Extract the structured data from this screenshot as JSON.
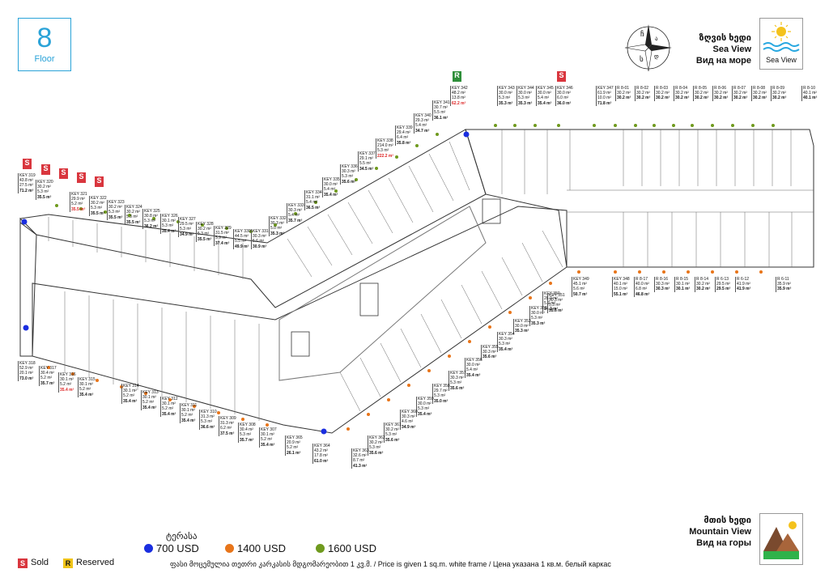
{
  "floor": {
    "number": "8",
    "label": "Floor"
  },
  "sea_view": {
    "title_ka": "ზღვის ხედი",
    "title_en": "Sea View",
    "title_ru": "Вид на море",
    "box_label": "Sea View"
  },
  "mountain_view": {
    "title_ka": "მთის ხედი",
    "title_en": "Mountain View",
    "title_ru": "Вид на горы"
  },
  "compass": {
    "letters": [
      "ჩ",
      "ა",
      "ს",
      "დ"
    ]
  },
  "legend": {
    "terrace_label": "ტერასა",
    "items": [
      {
        "label": "700 USD",
        "color": "#1a2ee0"
      },
      {
        "label": "1400 USD",
        "color": "#e8751a"
      },
      {
        "label": "1600 USD",
        "color": "#6f9a1e"
      }
    ],
    "sold": {
      "badge": "S",
      "label": "Sold",
      "color": "#d9363e"
    },
    "reserved": {
      "badge": "R",
      "label": "Reserved",
      "color": "#f0c419"
    }
  },
  "footnote": "ფასი მოცემულია თეთრი კარკასის მდგომარეობით 1 კვ.მ. / Price is given 1 sq.m. white frame / Цена указана 1 кв.м. белый каркас",
  "units_top": [
    {
      "key": "KEY 342",
      "lines": [
        "48.2 m²",
        "13.8 m²"
      ],
      "price": "62.2 m²",
      "sold": true
    },
    {
      "key": "KEY 343",
      "lines": [
        "30.0 m²",
        "5.3 m²"
      ],
      "price": "35.3 m²"
    },
    {
      "key": "KEY 344",
      "lines": [
        "30.0 m²",
        "5.3 m²"
      ],
      "price": "35.3 m²"
    },
    {
      "key": "KEY 345",
      "lines": [
        "30.0 m²",
        "5.4 m²"
      ],
      "price": "35.4 m²"
    },
    {
      "key": "KEY 346",
      "lines": [
        "30.0 m²",
        "6.0 m²"
      ],
      "price": "36.0 m²"
    },
    {
      "key": "KEY 347",
      "lines": [
        "61.9 m²",
        "10.0 m²"
      ],
      "price": "71.8 m²"
    },
    {
      "key": "R 8-01",
      "lines": [
        "30.2 m²"
      ],
      "price": "30.2 m²"
    },
    {
      "key": "R 8-02",
      "lines": [
        "30.2 m²"
      ],
      "price": "30.2 m²"
    },
    {
      "key": "R 8-03",
      "lines": [
        "30.2 m²"
      ],
      "price": "30.2 m²"
    },
    {
      "key": "R 8-04",
      "lines": [
        "30.2 m²"
      ],
      "price": "30.2 m²"
    },
    {
      "key": "R 8-05",
      "lines": [
        "30.2 m²"
      ],
      "price": "30.2 m²"
    },
    {
      "key": "R 8-06",
      "lines": [
        "30.2 m²"
      ],
      "price": "30.2 m²"
    },
    {
      "key": "R 8-07",
      "lines": [
        "30.2 m²"
      ],
      "price": "30.2 m²"
    },
    {
      "key": "R 8-08",
      "lines": [
        "30.2 m²"
      ],
      "price": "30.2 m²"
    },
    {
      "key": "R 8-09",
      "lines": [
        "30.2 m²"
      ],
      "price": "30.2 m²"
    },
    {
      "key": "R 8-10",
      "lines": [
        "40.1 m²"
      ],
      "price": "40.1 m²"
    }
  ],
  "units_diag_top": [
    {
      "key": "KEY 341",
      "lines": [
        "30.7 m²",
        "5.5 m²"
      ],
      "price": "36.1 m²"
    },
    {
      "key": "KEY 340",
      "lines": [
        "29.3 m²",
        "5.4 m²"
      ],
      "price": "34.7 m²"
    },
    {
      "key": "KEY 339",
      "lines": [
        "29.4 m²",
        "6.4 m²"
      ],
      "price": "35.8 m²"
    },
    {
      "key": "KEY 338",
      "lines": [
        "214.0 m²",
        "5.3 m²"
      ],
      "price": "222.2 m²",
      "sold": true
    },
    {
      "key": "KEY 337",
      "lines": [
        "29.1 m²",
        "5.5 m²"
      ],
      "price": "34.5 m²"
    },
    {
      "key": "KEY 336",
      "lines": [
        "30.3 m²",
        "5.3 m²"
      ],
      "price": "35.6 m²"
    },
    {
      "key": "KEY 335",
      "lines": [
        "30.0 m²",
        "5.4 m²"
      ],
      "price": "35.4 m²"
    },
    {
      "key": "KEY 334",
      "lines": [
        "31.1 m²",
        "5.4 m²"
      ],
      "price": "36.5 m²"
    },
    {
      "key": "KEY 333",
      "lines": [
        "30.3 m²",
        "5.4 m²"
      ],
      "price": "35.7 m²"
    },
    {
      "key": "KEY 332",
      "lines": [
        "30.3 m²",
        "5.0 m²"
      ],
      "price": "35.3 m²"
    },
    {
      "key": "KEY 331",
      "lines": [
        "30.3 m²",
        "5.6 m²"
      ],
      "price": "30.9 m²"
    },
    {
      "key": "KEY 330",
      "lines": [
        "44.5 m²",
        "5.5 m²"
      ],
      "price": "49.9 m²"
    },
    {
      "key": "KEY 329",
      "lines": [
        "31.5 m²",
        "5.9 m²"
      ],
      "price": "37.4 m²"
    },
    {
      "key": "KEY 328",
      "lines": [
        "30.2 m²",
        "5.3 m²"
      ],
      "price": "35.5 m²"
    },
    {
      "key": "KEY 327",
      "lines": [
        "29.5 m²",
        "5.3 m²"
      ],
      "price": "34.9 m²"
    },
    {
      "key": "KEY 326",
      "lines": [
        "30.1 m²",
        "5.3 m²"
      ],
      "price": "35.4 m²"
    },
    {
      "key": "KEY 325",
      "lines": [
        "30.8 m²",
        "5.3 m²"
      ],
      "price": "36.2 m²"
    },
    {
      "key": "KEY 324",
      "lines": [
        "30.2 m²",
        "5.3 m²"
      ],
      "price": "35.5 m²"
    },
    {
      "key": "KEY 323",
      "lines": [
        "30.2 m²",
        "5.3 m²"
      ],
      "price": "35.5 m²"
    },
    {
      "key": "KEY 322",
      "lines": [
        "30.2 m²",
        "5.3 m²"
      ],
      "price": "35.5 m²"
    },
    {
      "key": "KEY 321",
      "lines": [
        "29.9 m²",
        "5.2 m²"
      ],
      "price": "35.5 m²",
      "sold": true
    },
    {
      "key": "KEY 320",
      "lines": [
        "30.2 m²",
        "5.3 m²"
      ],
      "price": "35.5 m²"
    },
    {
      "key": "KEY 319",
      "lines": [
        "43.8 m²",
        "27.5 m²"
      ],
      "price": "71.2 m²"
    }
  ],
  "units_right": [
    {
      "key": "KEY 350",
      "lines": [
        "28.9 m²",
        "5.2 m²"
      ],
      "price": "34.2 m²"
    },
    {
      "key": "KEY 349",
      "lines": [
        "45.1 m²",
        "5.6 m²"
      ],
      "price": "50.7 m²"
    },
    {
      "key": "KEY 348",
      "lines": [
        "40.1 m²",
        "15.0 m²"
      ],
      "price": "55.1 m²"
    },
    {
      "key": "R 8-17",
      "lines": [
        "40.0 m²",
        "6.8 m²"
      ],
      "price": "46.8 m²"
    },
    {
      "key": "R 8-16",
      "lines": [
        "30.3 m²"
      ],
      "price": "30.3 m²"
    },
    {
      "key": "R 8-15",
      "lines": [
        "30.1 m²"
      ],
      "price": "30.1 m²"
    },
    {
      "key": "R 8-14",
      "lines": [
        "30.2 m²"
      ],
      "price": "30.2 m²"
    },
    {
      "key": "R 6-13",
      "lines": [
        "29.5 m²"
      ],
      "price": "29.5 m²"
    },
    {
      "key": "R 6-12",
      "lines": [
        "41.9 m²"
      ],
      "price": "41.9 m²"
    },
    {
      "key": "R 6-11",
      "lines": [
        "35.9 m²"
      ],
      "price": "35.9 m²"
    }
  ],
  "units_bottom": [
    {
      "key": "KEY 351",
      "lines": [
        "30.3 m²",
        "5.3 m²"
      ],
      "price": "35.6 m²"
    },
    {
      "key": "KEY 352",
      "lines": [
        "30.0 m²",
        "5.3 m²"
      ],
      "price": "35.3 m²"
    },
    {
      "key": "KEY 353",
      "lines": [
        "30.0 m²"
      ],
      "price": "35.3 m²"
    },
    {
      "key": "KEY 354",
      "lines": [
        "30.3 m²",
        "5.3 m²"
      ],
      "price": "35.4 m²"
    },
    {
      "key": "KEY 355",
      "lines": [
        "30.3 m²"
      ],
      "price": "35.6 m²"
    },
    {
      "key": "KEY 356",
      "lines": [
        "30.0 m²",
        "5.4 m²"
      ],
      "price": "35.4 m²"
    },
    {
      "key": "KEY 357",
      "lines": [
        "30.3 m²",
        "5.3 m²"
      ],
      "price": "35.6 m²"
    },
    {
      "key": "KEY 358",
      "lines": [
        "29.7 m²",
        "5.3 m²"
      ],
      "price": "35.0 m²"
    },
    {
      "key": "KEY 359",
      "lines": [
        "30.0 m²",
        "5.3 m²"
      ],
      "price": "35.4 m²"
    },
    {
      "key": "KEY 360",
      "lines": [
        "30.3 m²",
        "4.6 m²"
      ],
      "price": "34.9 m²"
    },
    {
      "key": "KEY 361",
      "lines": [
        "30.2 m²",
        "5.3 m²"
      ],
      "price": "35.6 m²"
    },
    {
      "key": "KEY 362",
      "lines": [
        "30.2 m²",
        "5.3 m²"
      ],
      "price": "35.6 m²"
    },
    {
      "key": "KEY 363",
      "lines": [
        "32.6 m²",
        "8.7 m²"
      ],
      "price": "41.3 m²"
    },
    {
      "key": "KEY 364",
      "lines": [
        "43.2 m²",
        "17.8 m²"
      ],
      "price": "61.0 m²"
    },
    {
      "key": "KEY 365",
      "lines": [
        "20.9 m²",
        "5.2 m²"
      ],
      "price": "26.1 m²"
    },
    {
      "key": "KEY 307",
      "lines": [
        "30.1 m²",
        "5.2 m²"
      ],
      "price": "35.4 m²"
    },
    {
      "key": "KEY 308",
      "lines": [
        "30.4 m²",
        "5.3 m²"
      ],
      "price": "35.7 m²"
    },
    {
      "key": "KEY 309",
      "lines": [
        "31.3 m²",
        "6.2 m²"
      ],
      "price": "37.5 m²"
    },
    {
      "key": "KEY 310",
      "lines": [
        "31.3 m²",
        "5.3 m²"
      ],
      "price": "36.6 m²"
    },
    {
      "key": "KEY 311",
      "lines": [
        "30.1 m²",
        "5.2 m²"
      ],
      "price": "35.4 m²"
    },
    {
      "key": "KEY 312",
      "lines": [
        "30.1 m²",
        "5.2 m²"
      ],
      "price": "35.4 m²"
    },
    {
      "key": "KEY 313",
      "lines": [
        "30.1 m²",
        "5.2 m²"
      ],
      "price": "35.4 m²"
    },
    {
      "key": "KEY 314",
      "lines": [
        "30.1 m²",
        "5.2 m²"
      ],
      "price": "35.4 m²"
    },
    {
      "key": "KEY 315",
      "lines": [
        "30.1 m²",
        "5.2 m²"
      ],
      "price": "35.4 m²"
    },
    {
      "key": "KEY 316",
      "lines": [
        "30.1 m²",
        "5.2 m²"
      ],
      "price": "35.4 m²",
      "sold": true
    },
    {
      "key": "KEY 317",
      "lines": [
        "30.4 m²",
        "5.2 m²"
      ],
      "price": "35.7 m²"
    },
    {
      "key": "KEY 318",
      "lines": [
        "52.9 m²",
        "20.1 m²"
      ],
      "price": "73.0 m²"
    }
  ]
}
